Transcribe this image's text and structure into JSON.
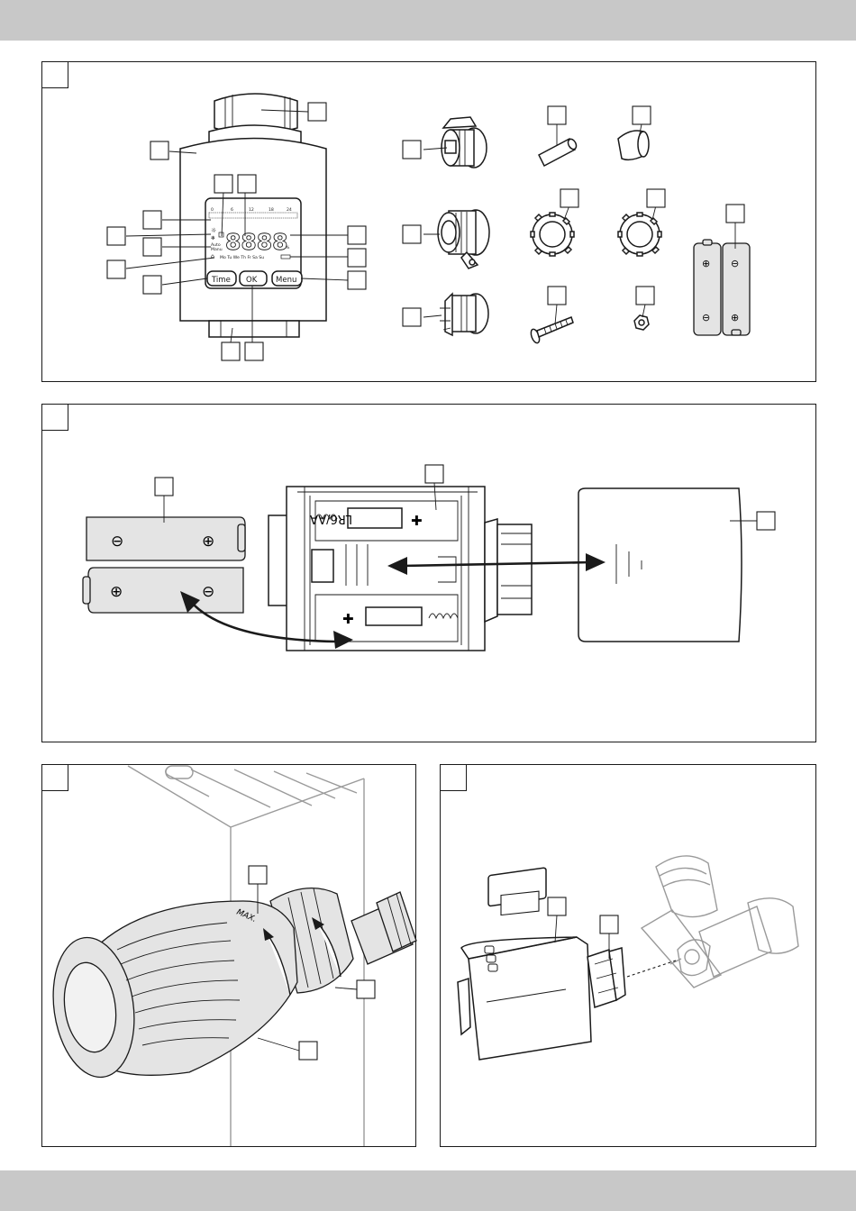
{
  "thermostat_lcd": {
    "scale": [
      "0",
      "6",
      "12",
      "18",
      "24"
    ],
    "digits": "8888",
    "auto": "Auto",
    "manu": "Manu",
    "days": "Mo Tu We Th Fr Sa Su",
    "percent": "%",
    "buttons": {
      "time": "Time",
      "ok": "OK",
      "menu": "Menu"
    }
  },
  "battery": {
    "plus": "⊕",
    "minus": "⊖"
  },
  "battery_compartment": {
    "type_label": "LR6/AA"
  },
  "knob": {
    "max_label": "MAX."
  },
  "colors": {
    "band": "#c8c8c8",
    "line": "#1a1a1a",
    "fill_light": "#e4e4e4",
    "faint": "#9a9a9a"
  }
}
